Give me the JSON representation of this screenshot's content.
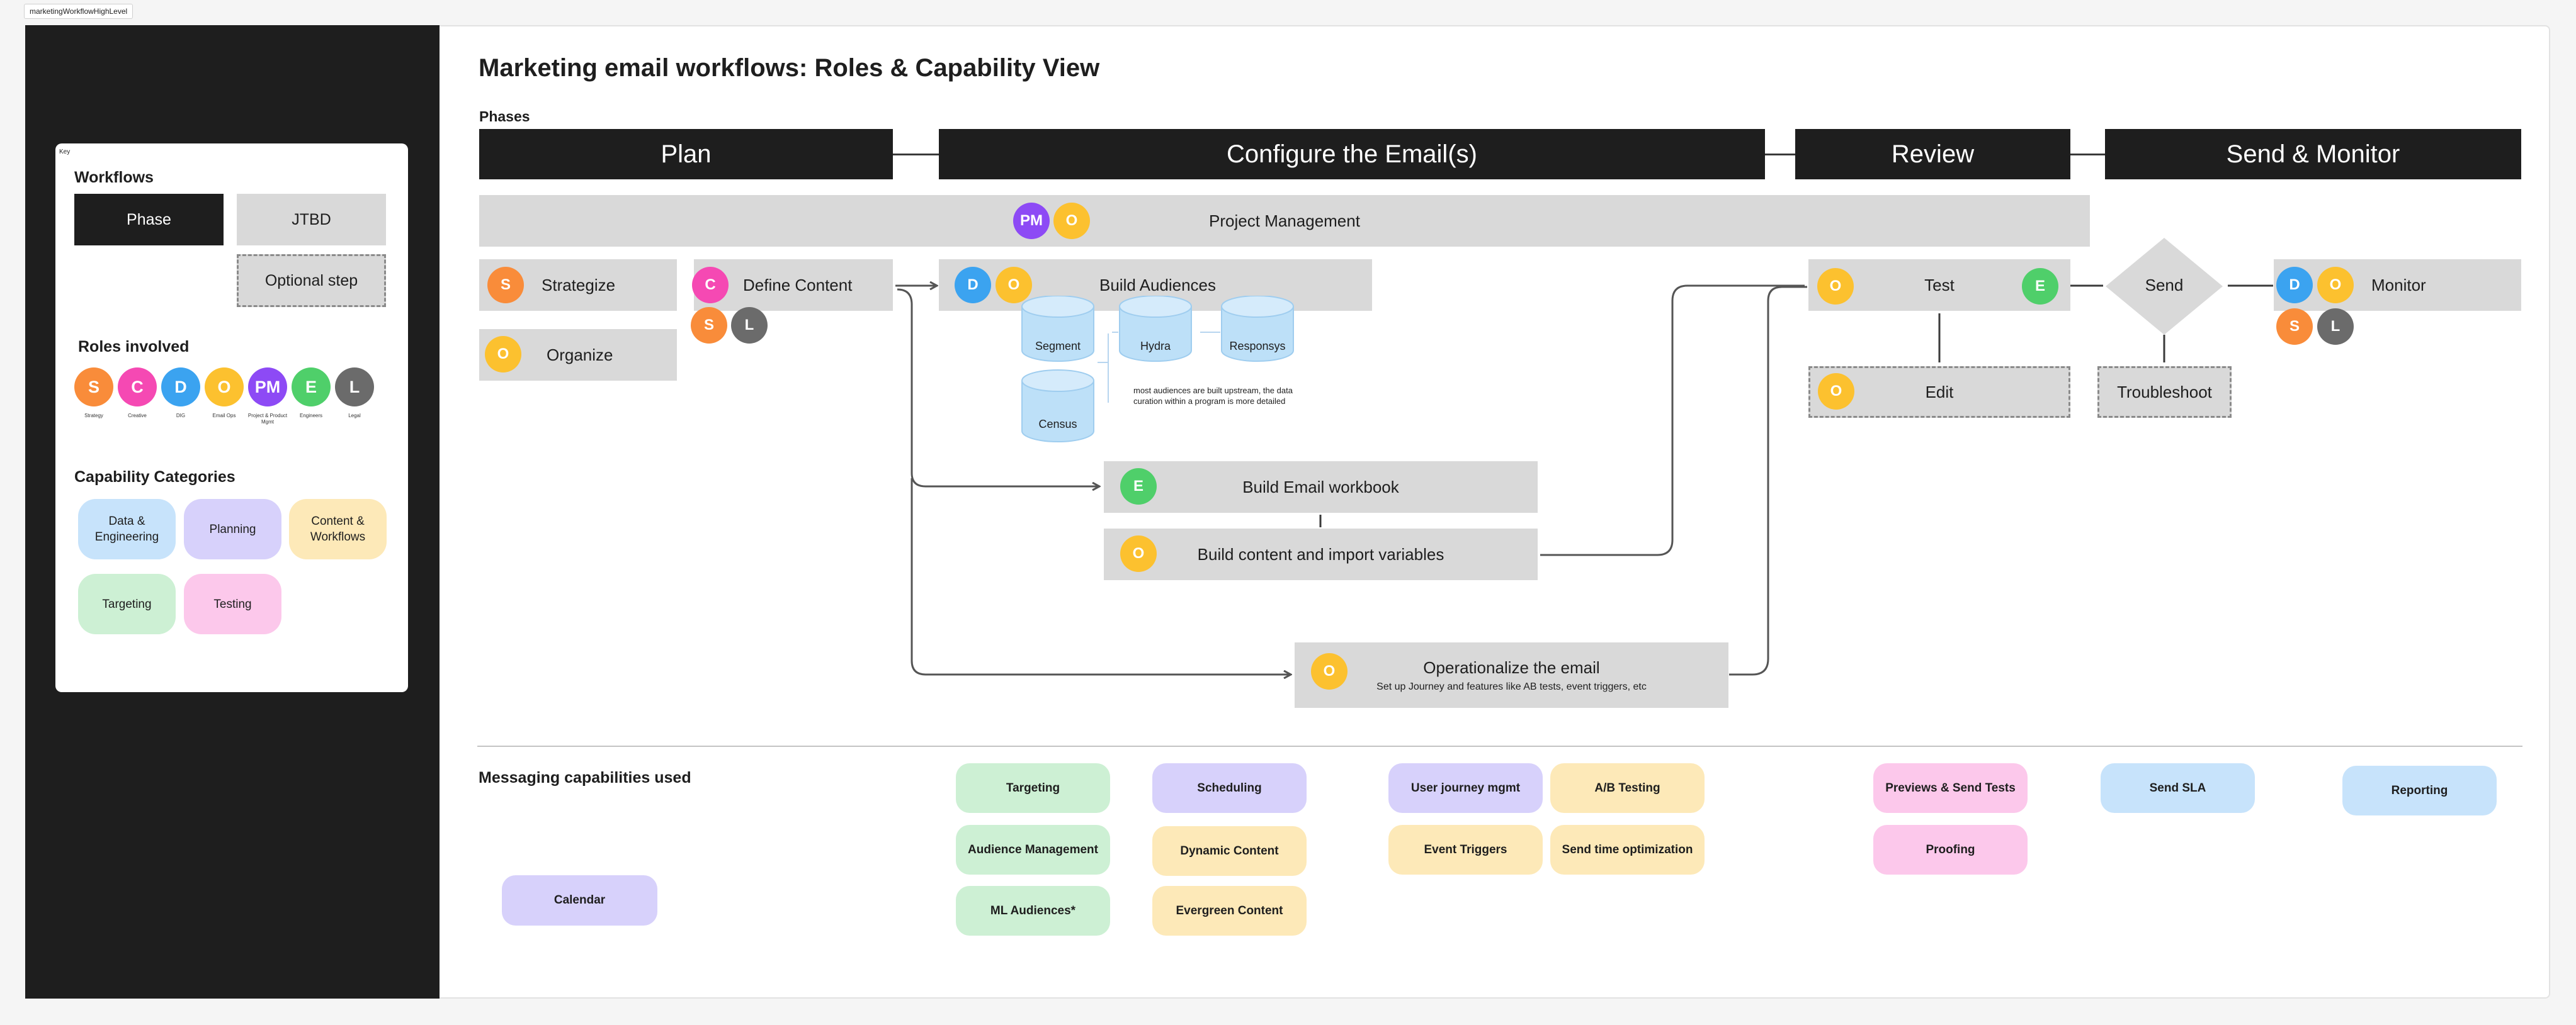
{
  "frame_label": "marketingWorkflowHighLevel",
  "key": {
    "tag": "Key",
    "workflows_heading": "Workflows",
    "phase": "Phase",
    "jtbd": "JTBD",
    "optional": "Optional step",
    "roles_heading": "Roles involved",
    "roles": [
      {
        "letter": "S",
        "caption": "Strategy",
        "color": "#f98c3a"
      },
      {
        "letter": "C",
        "caption": "Creative",
        "color": "#f549b3"
      },
      {
        "letter": "D",
        "caption": "DIG",
        "color": "#3ba3f0"
      },
      {
        "letter": "O",
        "caption": "Email Ops",
        "color": "#fcc12f"
      },
      {
        "letter": "PM",
        "caption": "Project & Product Mgmt",
        "color": "#8d4af5"
      },
      {
        "letter": "E",
        "caption": "Engineers",
        "color": "#4fcf6a"
      },
      {
        "letter": "L",
        "caption": "Legal",
        "color": "#6b6b6b"
      }
    ],
    "capability_heading": "Capability Categories",
    "categories": [
      {
        "label": "Data & Engineering",
        "color": "#c7e3fb"
      },
      {
        "label": "Planning",
        "color": "#d7d1fb"
      },
      {
        "label": "Content & Workflows",
        "color": "#fde9b8"
      },
      {
        "label": "Targeting",
        "color": "#cdf0d4"
      },
      {
        "label": "Testing",
        "color": "#fcc8eb"
      }
    ]
  },
  "title": "Marketing email workflows: Roles & Capability View",
  "phases_label": "Phases",
  "phases": [
    "Plan",
    "Configure the Email(s)",
    "Review",
    "Send & Monitor"
  ],
  "steps": {
    "project_mgmt": "Project Management",
    "strategize": "Strategize",
    "organize": "Organize",
    "define_content": "Define Content",
    "build_audiences": "Build Audiences",
    "segment": "Segment",
    "hydra": "Hydra",
    "responsys": "Responsys",
    "census": "Census",
    "audience_note": "most audiences are built upstream, the data curation within a program is more detailed",
    "build_workbook": "Build Email workbook",
    "build_content": "Build content and import variables",
    "operationalize": "Operationalize the email",
    "operationalize_sub": "Set up Journey and features like AB tests, event triggers, etc",
    "test": "Test",
    "edit": "Edit",
    "send": "Send",
    "troubleshoot": "Troubleshoot",
    "monitor": "Monitor"
  },
  "capabilities_heading": "Messaging capabilities used",
  "capabilities": {
    "calendar": "Calendar",
    "targeting": "Targeting",
    "audience_mgmt": "Audience Management",
    "ml_audiences": "ML Audiences*",
    "scheduling": "Scheduling",
    "dynamic_content": "Dynamic Content",
    "evergreen_content": "Evergreen Content",
    "user_journey": "User journey mgmt",
    "event_triggers": "Event Triggers",
    "ab_testing": "A/B Testing",
    "send_time": "Send time optimization",
    "previews": "Previews & Send Tests",
    "proofing": "Proofing",
    "send_sla": "Send SLA",
    "reporting": "Reporting"
  }
}
